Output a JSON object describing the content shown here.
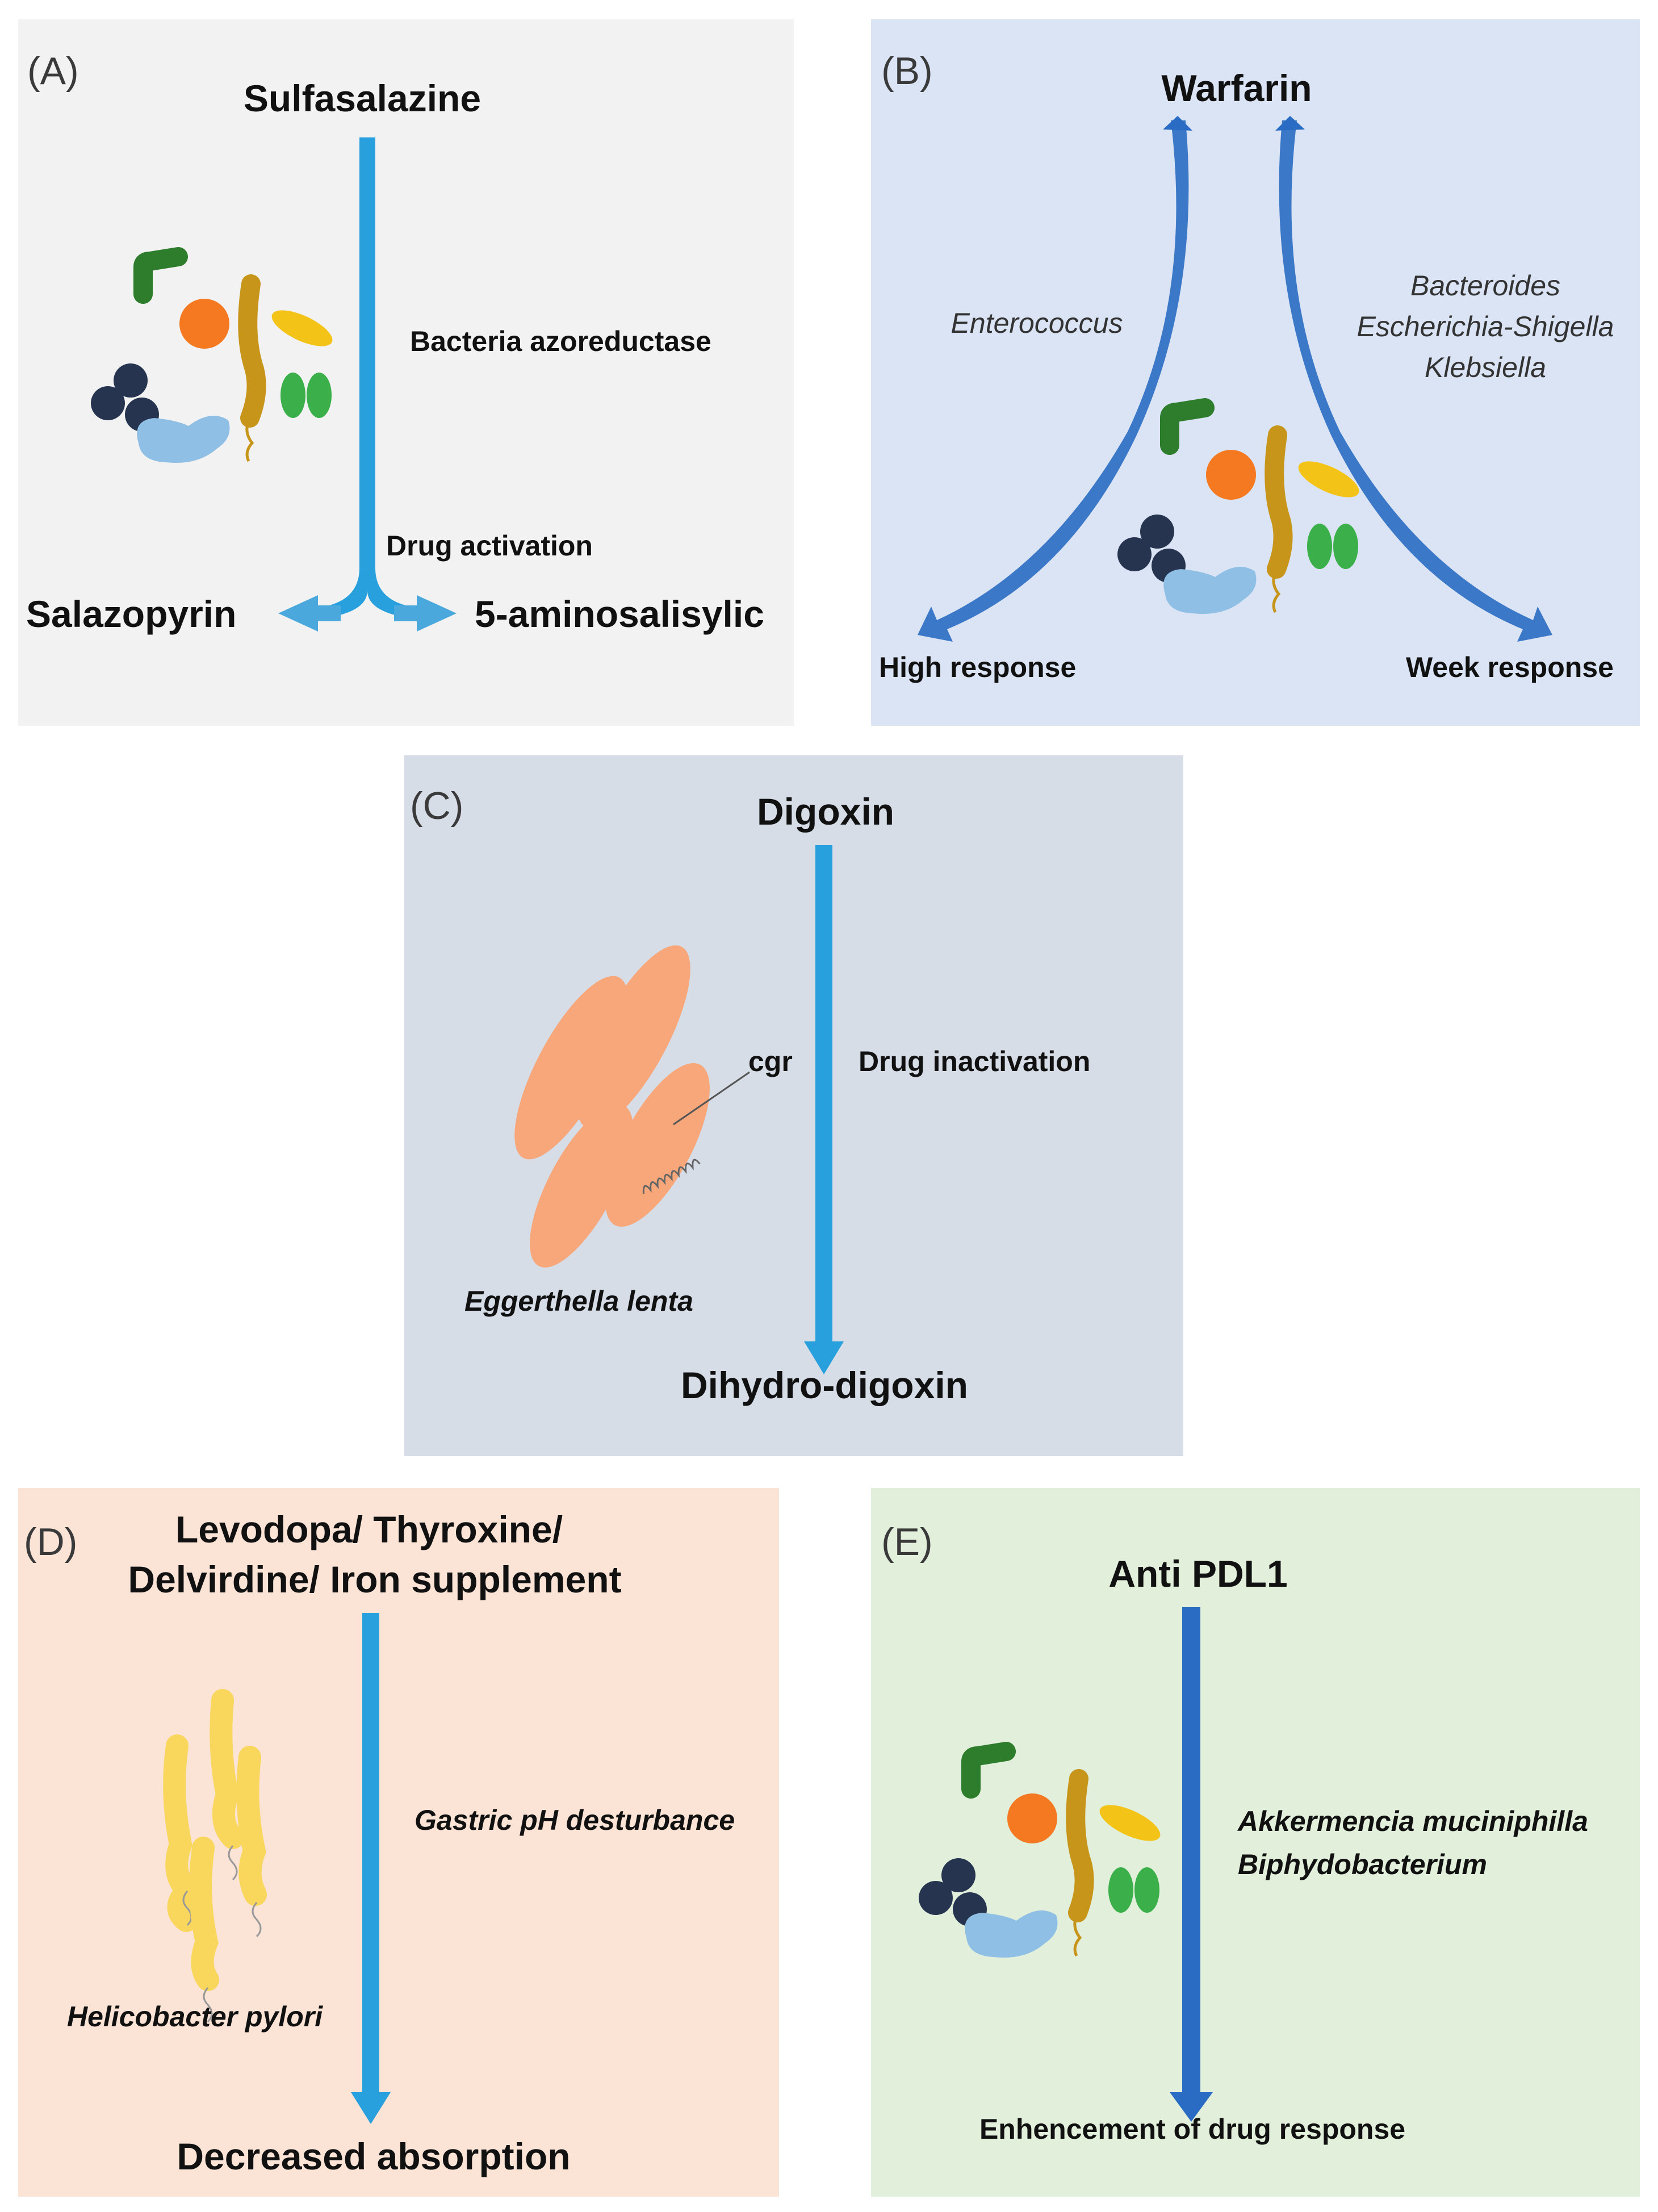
{
  "colors": {
    "panel_a": "#f2f2f2",
    "panel_b": "#dae4f4",
    "panel_c": "#d6dde7",
    "panel_d": "#fbe3d6",
    "panel_e": "#e1efdb",
    "arrow_light_blue": "#27a0dd",
    "arrow_dark_blue": "#2a6cc3",
    "bacterium_orange": "#f7a77a",
    "h_pylori_yellow": "#f9d65c"
  },
  "panels": {
    "a": {
      "letter": "(A)",
      "drug": "Sulfasalazine",
      "mechanism": "Bacteria azoreductase",
      "effect": "Drug activation",
      "product_left": "Salazopyrin",
      "product_right": "5-aminosalisylic"
    },
    "b": {
      "letter": "(B)",
      "drug": "Warfarin",
      "left_bacteria": "Enterococcus",
      "right_bacteria": [
        "Bacteroides",
        "Escherichia-Shigella",
        "Klebsiella"
      ],
      "left_outcome": "High response",
      "right_outcome": "Week response"
    },
    "c": {
      "letter": "(C)",
      "drug": "Digoxin",
      "gene": "cgr",
      "effect": "Drug inactivation",
      "organism": "Eggerthella lenta",
      "product": "Dihydro-digoxin"
    },
    "d": {
      "letter": "(D)",
      "drugs_line1": "Levodopa/ Thyroxine/",
      "drugs_line2": "Delvirdine/ Iron supplement",
      "mechanism": "Gastric pH desturbance",
      "organism": "Helicobacter pylori",
      "outcome": "Decreased absorption"
    },
    "e": {
      "letter": "(E)",
      "drug": "Anti PDL1",
      "bacteria": [
        "Akkermencia muciniphilla",
        "Biphydobacterium"
      ],
      "outcome": "Enhencement of drug response"
    }
  }
}
